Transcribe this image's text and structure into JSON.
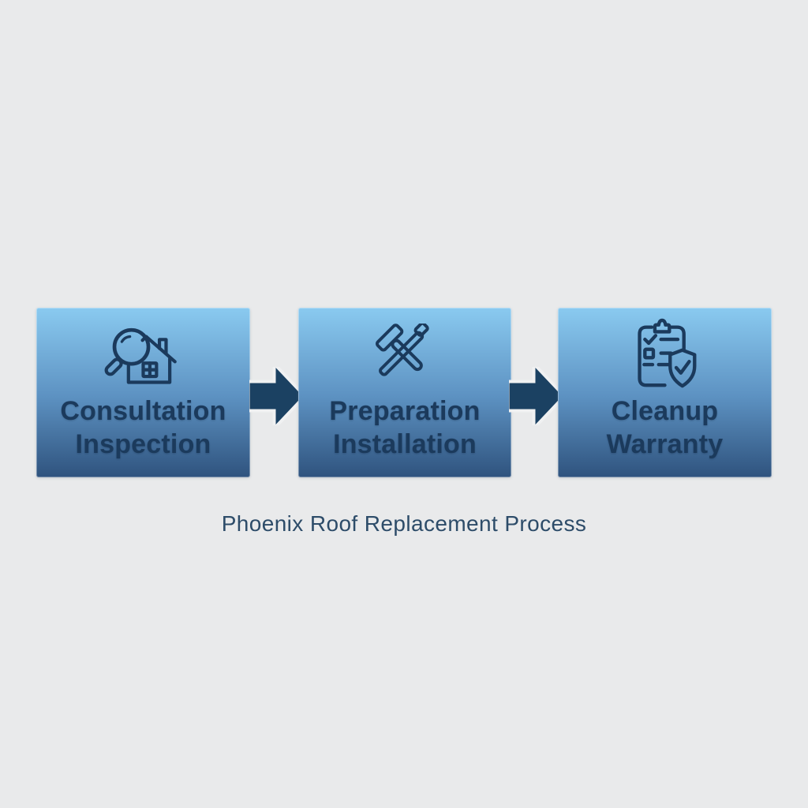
{
  "caption": "Phoenix Roof Replacement Process",
  "steps": [
    {
      "line1": "Consultation",
      "line2": "Inspection",
      "icon": "magnifier-house-icon"
    },
    {
      "line1": "Preparation",
      "line2": "Installation",
      "icon": "hammer-chisel-icon"
    },
    {
      "line1": "Cleanup",
      "line2": "Warranty",
      "icon": "clipboard-shield-icon"
    }
  ],
  "arrows": [
    {
      "direction": "right"
    },
    {
      "direction": "right"
    }
  ],
  "colors": {
    "page-bg": "#e9eaeb",
    "box-gradient-top": "#8acaf0",
    "box-gradient-mid": "#5d92c2",
    "box-gradient-bottom": "#2f537e",
    "ink": "#1b3a5c",
    "arrow-fill": "#1b4162",
    "arrow-outline": "#f0f1f2",
    "caption-color": "#2d4c69"
  }
}
